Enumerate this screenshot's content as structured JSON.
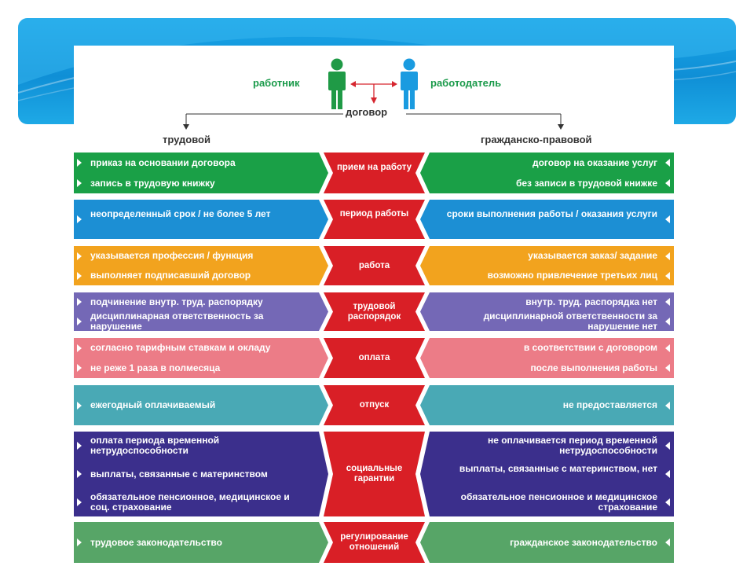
{
  "header": {
    "left_party": "работник",
    "right_party": "работодатель",
    "center": "договор",
    "left_type": "трудовой",
    "right_type": "гражданско-правовой"
  },
  "colors": {
    "banner": "#1aa6e8",
    "party_text": "#1a9a4a",
    "worker_figure": "#1f9a46",
    "employer_figure": "#1a9be0",
    "arrow": "#d6262f",
    "center_band": "#d91f26"
  },
  "rows": [
    {
      "center": "прием на работу",
      "color": "#1aa047",
      "left": [
        "приказ на основании договора",
        "запись в трудовую книжку"
      ],
      "right": [
        "договор на оказание услуг",
        "без записи в трудовой книжке"
      ]
    },
    {
      "center": "период работы",
      "color": "#1c8fd4",
      "left": [
        "неопределенный срок / не более 5 лет"
      ],
      "right": [
        "сроки выполнения работы / оказания услуги"
      ]
    },
    {
      "center": "работа",
      "color": "#f2a31e",
      "left": [
        "указывается профессия / функция",
        "выполняет подписавший договор"
      ],
      "right": [
        "указывается заказ/ задание",
        "возможно привлечение третьих лиц"
      ]
    },
    {
      "center": "трудовой распорядок",
      "color": "#7468b6",
      "left": [
        "подчинение внутр. труд. распорядку",
        "дисциплинарная ответственность за нарушение"
      ],
      "right": [
        "внутр. труд. распорядка нет",
        "дисциплинарной ответственности за нарушение нет"
      ]
    },
    {
      "center": "оплата",
      "color": "#ec7c87",
      "left": [
        "согласно тарифным ставкам и окладу",
        "не реже 1 раза в полмесяца"
      ],
      "right": [
        "в соответствии с договором",
        "после выполнения работы"
      ]
    },
    {
      "center": "отпуск",
      "color": "#49a9b5",
      "left": [
        "ежегодный оплачиваемый"
      ],
      "right": [
        "не предоставляется"
      ]
    },
    {
      "center": "социальные гарантии",
      "color": "#3b2f8c",
      "left": [
        "оплата периода временной нетрудоспособности",
        "выплаты, связанные с материнством",
        "обязательное пенсионное, медицинское и соц. страхование"
      ],
      "right": [
        "не оплачивается период временной нетрудоспособности",
        "выплаты, связанные с материнством, нет",
        "обязательное пенсионное и медицинское страхование"
      ]
    },
    {
      "center": "регулирование отношений",
      "color": "#57a567",
      "left": [
        "трудовое законодательство"
      ],
      "right": [
        "гражданское законодательство"
      ]
    }
  ]
}
